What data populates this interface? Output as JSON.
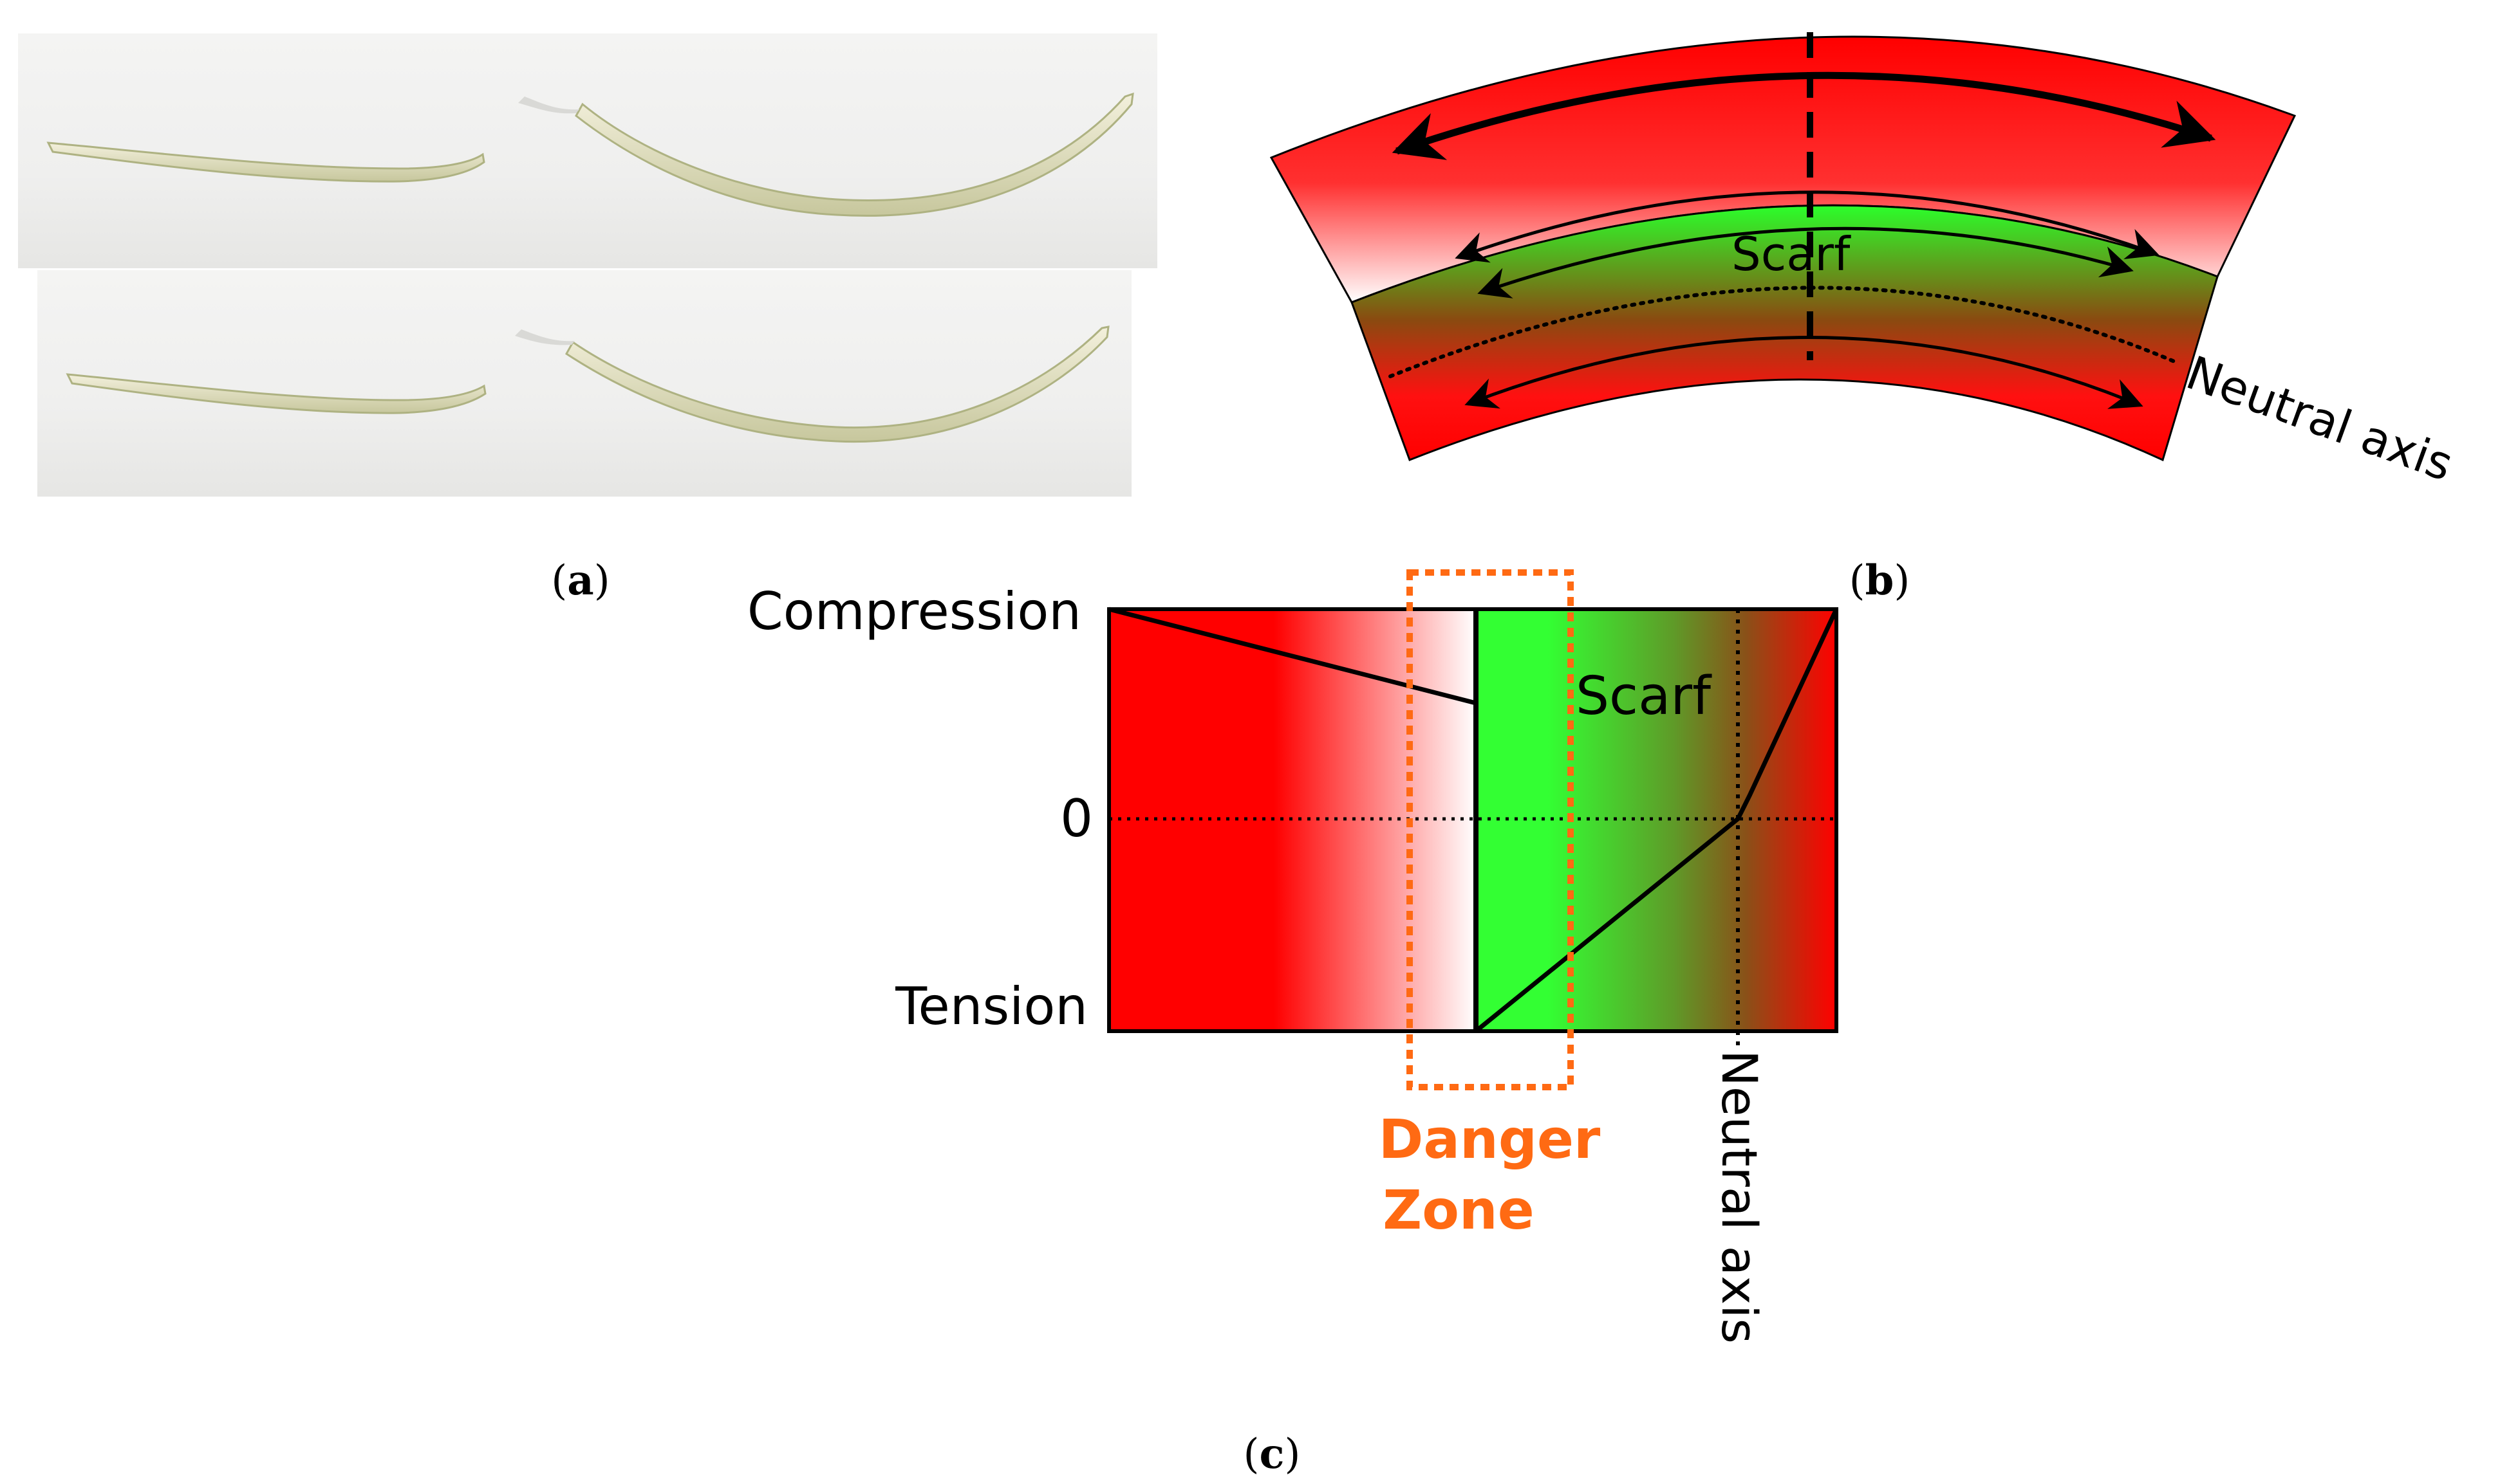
{
  "panels": {
    "a": {
      "caption_open": "(",
      "caption_letter": "a",
      "caption_close": ")"
    },
    "b": {
      "caption_open": "(",
      "caption_letter": "b",
      "caption_close": ")",
      "scarf_label": "Scarf",
      "neutral_axis_label": "Neutral axis"
    },
    "c": {
      "caption_open": "(",
      "caption_letter": "c",
      "caption_close": ")",
      "compression_label": "Compression",
      "zero_label": "0",
      "tension_label": "Tension",
      "scarf_label": "Scarf",
      "danger_zone_line1": "Danger",
      "danger_zone_line2": "Zone",
      "neutral_axis_label": "Neutral axis"
    }
  },
  "colors": {
    "stress_red": "#ff0000",
    "scarf_green": "#33ff33",
    "danger_orange": "#ff6a13",
    "specimen_body": "#ece9d2",
    "specimen_edge": "#b9bd8c",
    "photo_background": "#f1f1f1"
  }
}
